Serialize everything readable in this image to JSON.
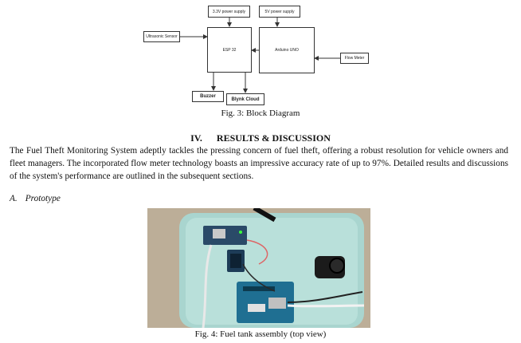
{
  "top_line": "...power supply...",
  "diagram": {
    "blocks": {
      "power_3v3": "3.3V power supply",
      "power_5v": "5V power supply",
      "ultrasonic": "Ultrasonic Sensor",
      "esp32": "ESP 32",
      "arduino": "Arduino UNO",
      "flow_meter": "Flow Meter",
      "buzzer": "Buzzer",
      "blynk": "Blynk Cloud"
    },
    "caption": "Fig. 3: Block Diagram"
  },
  "section": {
    "number": "IV.",
    "title": "RESULTS & DISCUSSION",
    "paragraph": "The Fuel Theft Monitoring System adeptly tackles the pressing concern of fuel theft, offering a robust resolution for vehicle owners and fleet managers. The incorporated flow meter technology boasts an impressive accuracy rate of up to 97%. Detailed results and discussions of the system's performance are outlined in the subsequent sections."
  },
  "subsection": {
    "letter": "A.",
    "title": "Prototype"
  },
  "figure4": {
    "caption": "Fig. 4: Fuel tank assembly (top view)"
  }
}
